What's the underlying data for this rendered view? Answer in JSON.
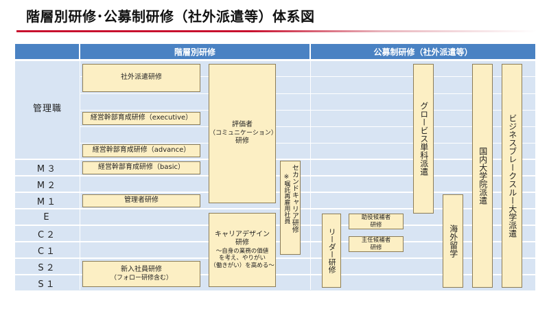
{
  "title": "階層別研修･公募制研修（社外派遣等）体系図",
  "headers": {
    "kaisou": "階層別研修",
    "koubo": "公募制研修（社外派遣等）"
  },
  "levels": [
    "管理職",
    "M３",
    "M２",
    "M１",
    "E",
    "C２",
    "C１",
    "S２",
    "S１"
  ],
  "boxes": {
    "shagai": "社外派遣研修",
    "exec": "経営幹部育成研修（executive）",
    "advance": "経営幹部育成研修（advance）",
    "basic": "経営幹部育成研修（basic）",
    "kanrisha": "管理者研修",
    "shinnyu_1": "新入社員研修",
    "shinnyu_2": "（フォロー研修含む）",
    "hyouka_1": "評価者",
    "hyouka_2": "（コミュニケーション）",
    "hyouka_3": "研修",
    "career_1": "キャリアデザイン",
    "career_2": "研修",
    "career_3": "～自身の業務の価値",
    "career_4": "を考え、やりがい",
    "career_5": "（働きがい）を高める～",
    "second_1": "セカンドキャリア研修",
    "second_2": "※嘱託再雇用社員",
    "leader": "リーダー研修",
    "joyaku_1": "助役候補者",
    "joyaku_2": "研修",
    "shunin_1": "主任候補者",
    "shunin_2": "研修",
    "globis": "グロービス単科派遣",
    "kaigai": "海外留学",
    "kokunai": "国内大学院派遣",
    "bbt": "ビジネスブレークスルー大学派遣"
  }
}
